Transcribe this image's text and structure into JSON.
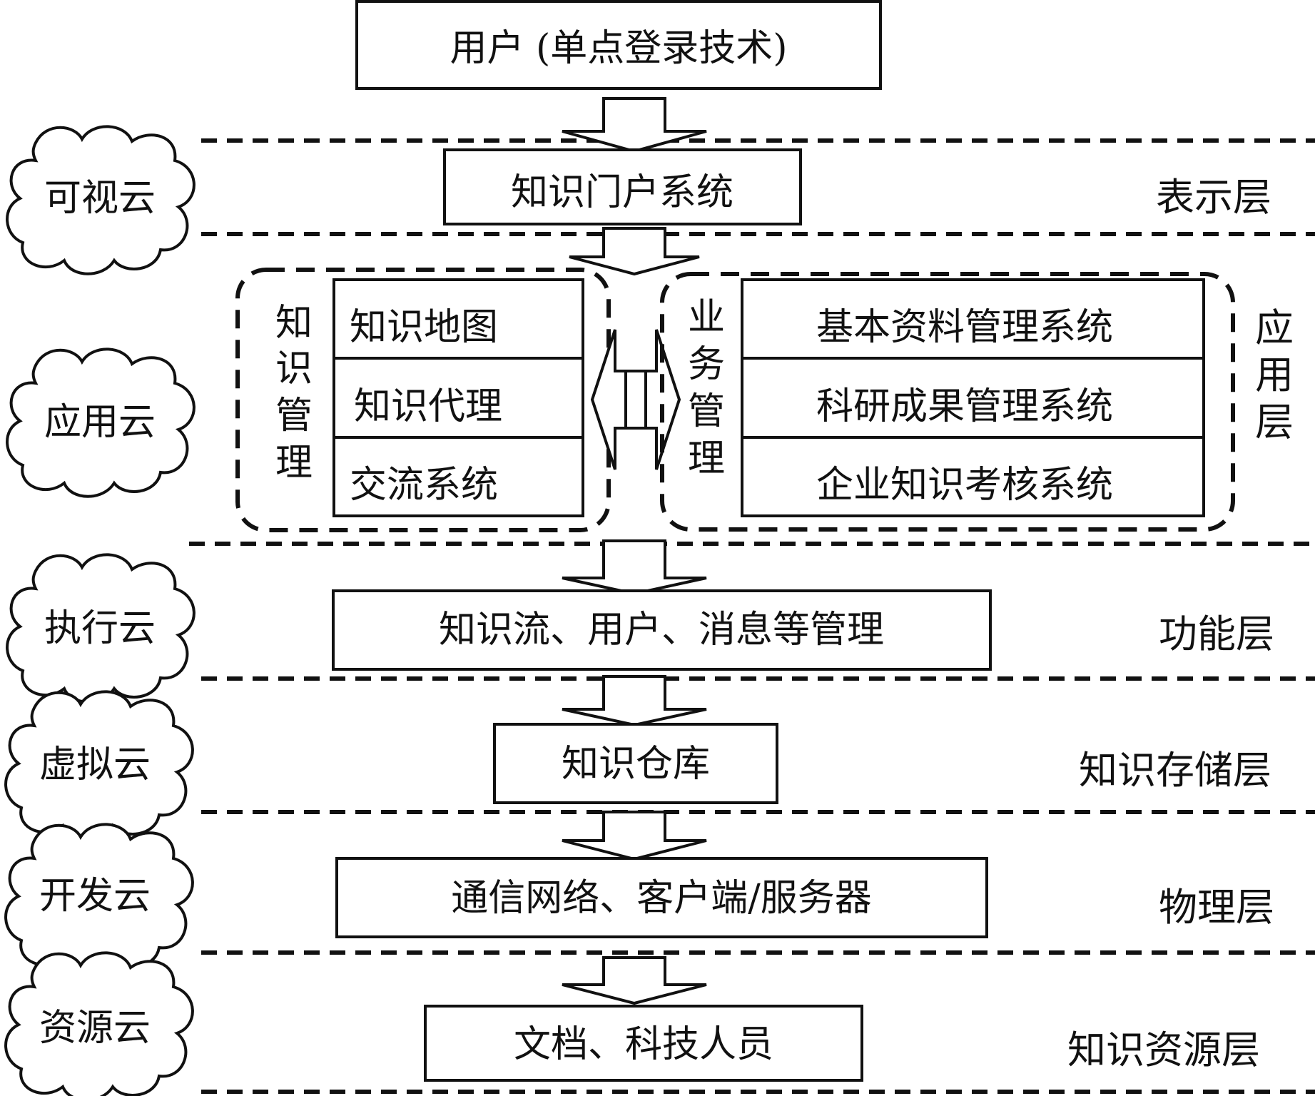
{
  "user": "用户 (单点登录技术)",
  "portal": "知识门户系统",
  "knowledge_group": {
    "title": [
      "知",
      "识",
      "管",
      "理"
    ],
    "items": [
      "知识地图",
      "知识代理",
      "交流系统"
    ]
  },
  "business_group": {
    "title": [
      "业",
      "务",
      "管",
      "理"
    ],
    "items": [
      "基本资料管理系统",
      "科研成果管理系统",
      "企业知识考核系统"
    ]
  },
  "function_box": "知识流、用户、消息等管理",
  "warehouse": "知识仓库",
  "physical_box": "通信网络、客户端/服务器",
  "resource_box": "文档、科技人员",
  "clouds": [
    "可视云",
    "应用云",
    "执行云",
    "虚拟云",
    "开发云",
    "资源云"
  ],
  "layers": {
    "presentation": "表示层",
    "application": [
      "应",
      "用",
      "层"
    ],
    "function": "功能层",
    "storage": "知识存储层",
    "physical": "物理层",
    "resource": "知识资源层"
  }
}
